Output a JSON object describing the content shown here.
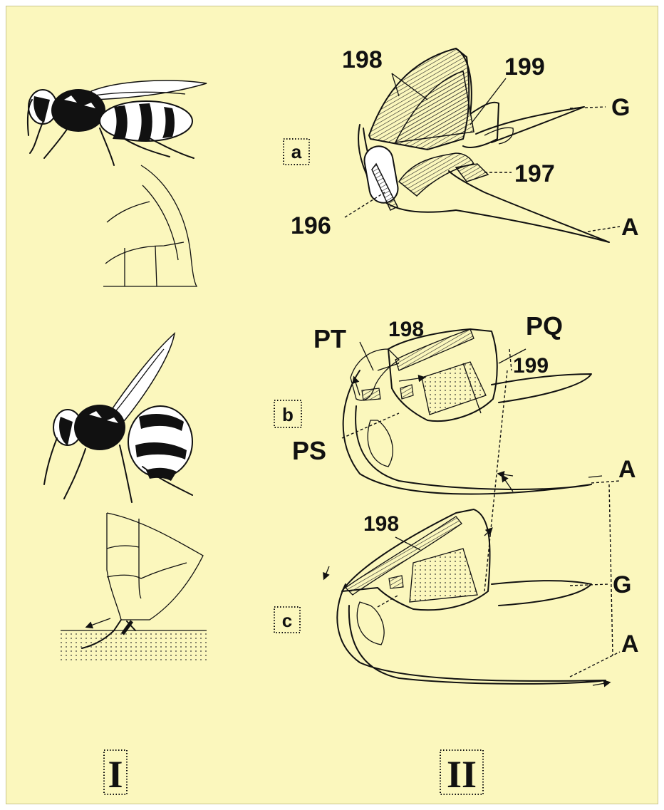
{
  "figure": {
    "background": "#fbf7bd",
    "ink": "#111111",
    "panel_labels": {
      "a": "a",
      "b": "b",
      "c": "c",
      "I": "I",
      "II": "II"
    },
    "callouts": {
      "a_198": "198",
      "a_199": "199",
      "a_G": "G",
      "a_197": "197",
      "a_196": "196",
      "a_A": "A",
      "b_PT": "PT",
      "b_198": "198",
      "b_PQ": "PQ",
      "b_199": "199",
      "b_PS": "PS",
      "b_A": "A",
      "c_198": "198",
      "c_G": "G",
      "c_A": "A"
    }
  }
}
